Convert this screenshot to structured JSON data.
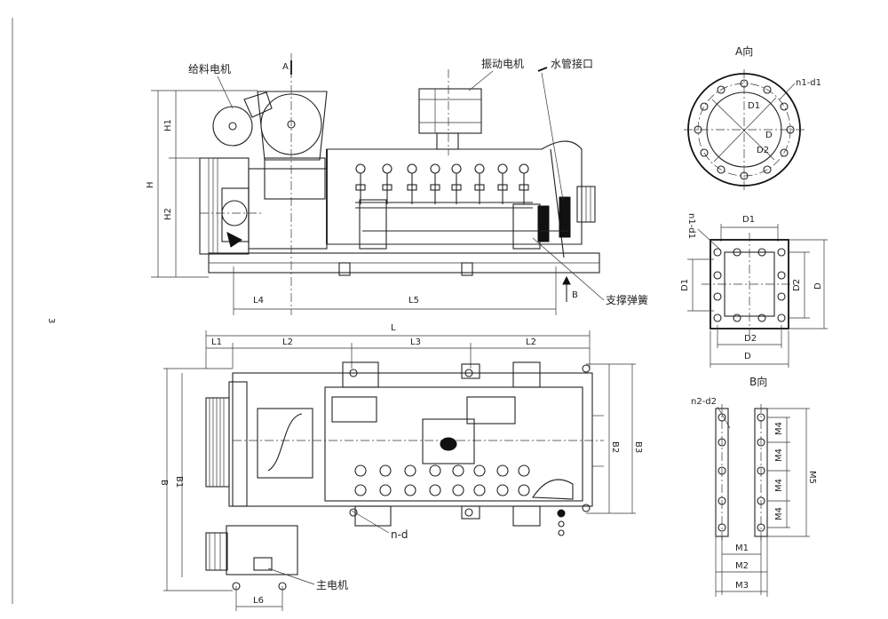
{
  "page_number": "3",
  "labels": {
    "feed_motor": "给料电机",
    "vibration_motor": "振动电机",
    "water_inlet": "水管接口",
    "support_spring": "支撑弹簧",
    "main_motor": "主电机",
    "section_a": "A",
    "section_b": "B",
    "view_a": "A向",
    "view_b": "B向"
  },
  "dimensions": {
    "H": "H",
    "H1": "H1",
    "H2": "H2",
    "L": "L",
    "L1": "L1",
    "L2": "L2",
    "L3": "L3",
    "L4": "L4",
    "L5": "L5",
    "L6": "L6",
    "B1": "B1",
    "B2": "B2",
    "B3": "B3",
    "B": "B",
    "nd": "n-d",
    "n1d1": "n1-d1",
    "n2d2": "n2-d2",
    "D": "D",
    "D1": "D1",
    "D2": "D2",
    "M1": "M1",
    "M2": "M2",
    "M3": "M3",
    "M4": "M4",
    "M5": "M5"
  }
}
